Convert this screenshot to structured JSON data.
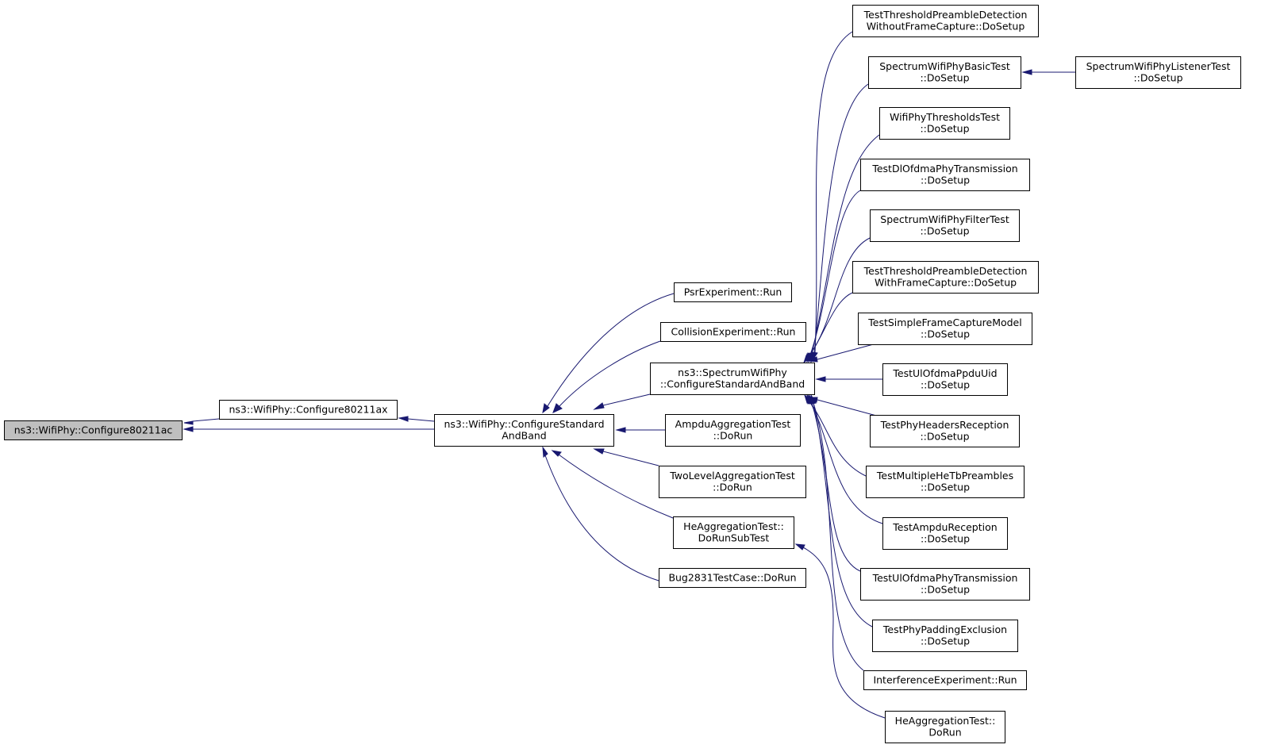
{
  "colors": {
    "edge": "#191970",
    "root_fill": "#bfbfbf",
    "node_fill": "#ffffff",
    "border": "#000000"
  },
  "nodes": [
    {
      "id": "n0",
      "lines": [
        "ns3::WifiPhy::Configure80211ac"
      ],
      "root": true
    },
    {
      "id": "n1",
      "lines": [
        "ns3::WifiPhy::Configure80211ax"
      ]
    },
    {
      "id": "n2",
      "lines": [
        "ns3::WifiPhy::ConfigureStandard",
        "AndBand"
      ]
    },
    {
      "id": "n3",
      "lines": [
        "PsrExperiment::Run"
      ]
    },
    {
      "id": "n4",
      "lines": [
        "CollisionExperiment::Run"
      ]
    },
    {
      "id": "n5",
      "lines": [
        "ns3::SpectrumWifiPhy",
        "::ConfigureStandardAndBand"
      ]
    },
    {
      "id": "n6",
      "lines": [
        "AmpduAggregationTest",
        "::DoRun"
      ]
    },
    {
      "id": "n7",
      "lines": [
        "TwoLevelAggregationTest",
        "::DoRun"
      ]
    },
    {
      "id": "n8",
      "lines": [
        "HeAggregationTest::",
        "DoRunSubTest"
      ]
    },
    {
      "id": "n9",
      "lines": [
        "Bug2831TestCase::DoRun"
      ]
    },
    {
      "id": "n10",
      "lines": [
        "TestThresholdPreambleDetection",
        "WithoutFrameCapture::DoSetup"
      ]
    },
    {
      "id": "n11",
      "lines": [
        "SpectrumWifiPhyBasicTest",
        "::DoSetup"
      ]
    },
    {
      "id": "n12",
      "lines": [
        "SpectrumWifiPhyListenerTest",
        "::DoSetup"
      ]
    },
    {
      "id": "n13",
      "lines": [
        "WifiPhyThresholdsTest",
        "::DoSetup"
      ]
    },
    {
      "id": "n14",
      "lines": [
        "TestDlOfdmaPhyTransmission",
        "::DoSetup"
      ]
    },
    {
      "id": "n15",
      "lines": [
        "SpectrumWifiPhyFilterTest",
        "::DoSetup"
      ]
    },
    {
      "id": "n16",
      "lines": [
        "TestThresholdPreambleDetection",
        "WithFrameCapture::DoSetup"
      ]
    },
    {
      "id": "n17",
      "lines": [
        "TestSimpleFrameCaptureModel",
        "::DoSetup"
      ]
    },
    {
      "id": "n18",
      "lines": [
        "TestUlOfdmaPpduUid",
        "::DoSetup"
      ]
    },
    {
      "id": "n19",
      "lines": [
        "TestPhyHeadersReception",
        "::DoSetup"
      ]
    },
    {
      "id": "n20",
      "lines": [
        "TestMultipleHeTbPreambles",
        "::DoSetup"
      ]
    },
    {
      "id": "n21",
      "lines": [
        "TestAmpduReception",
        "::DoSetup"
      ]
    },
    {
      "id": "n22",
      "lines": [
        "TestUlOfdmaPhyTransmission",
        "::DoSetup"
      ]
    },
    {
      "id": "n23",
      "lines": [
        "TestPhyPaddingExclusion",
        "::DoSetup"
      ]
    },
    {
      "id": "n24",
      "lines": [
        "InterferenceExperiment::Run"
      ]
    },
    {
      "id": "n25",
      "lines": [
        "HeAggregationTest::",
        "DoRun"
      ]
    }
  ]
}
